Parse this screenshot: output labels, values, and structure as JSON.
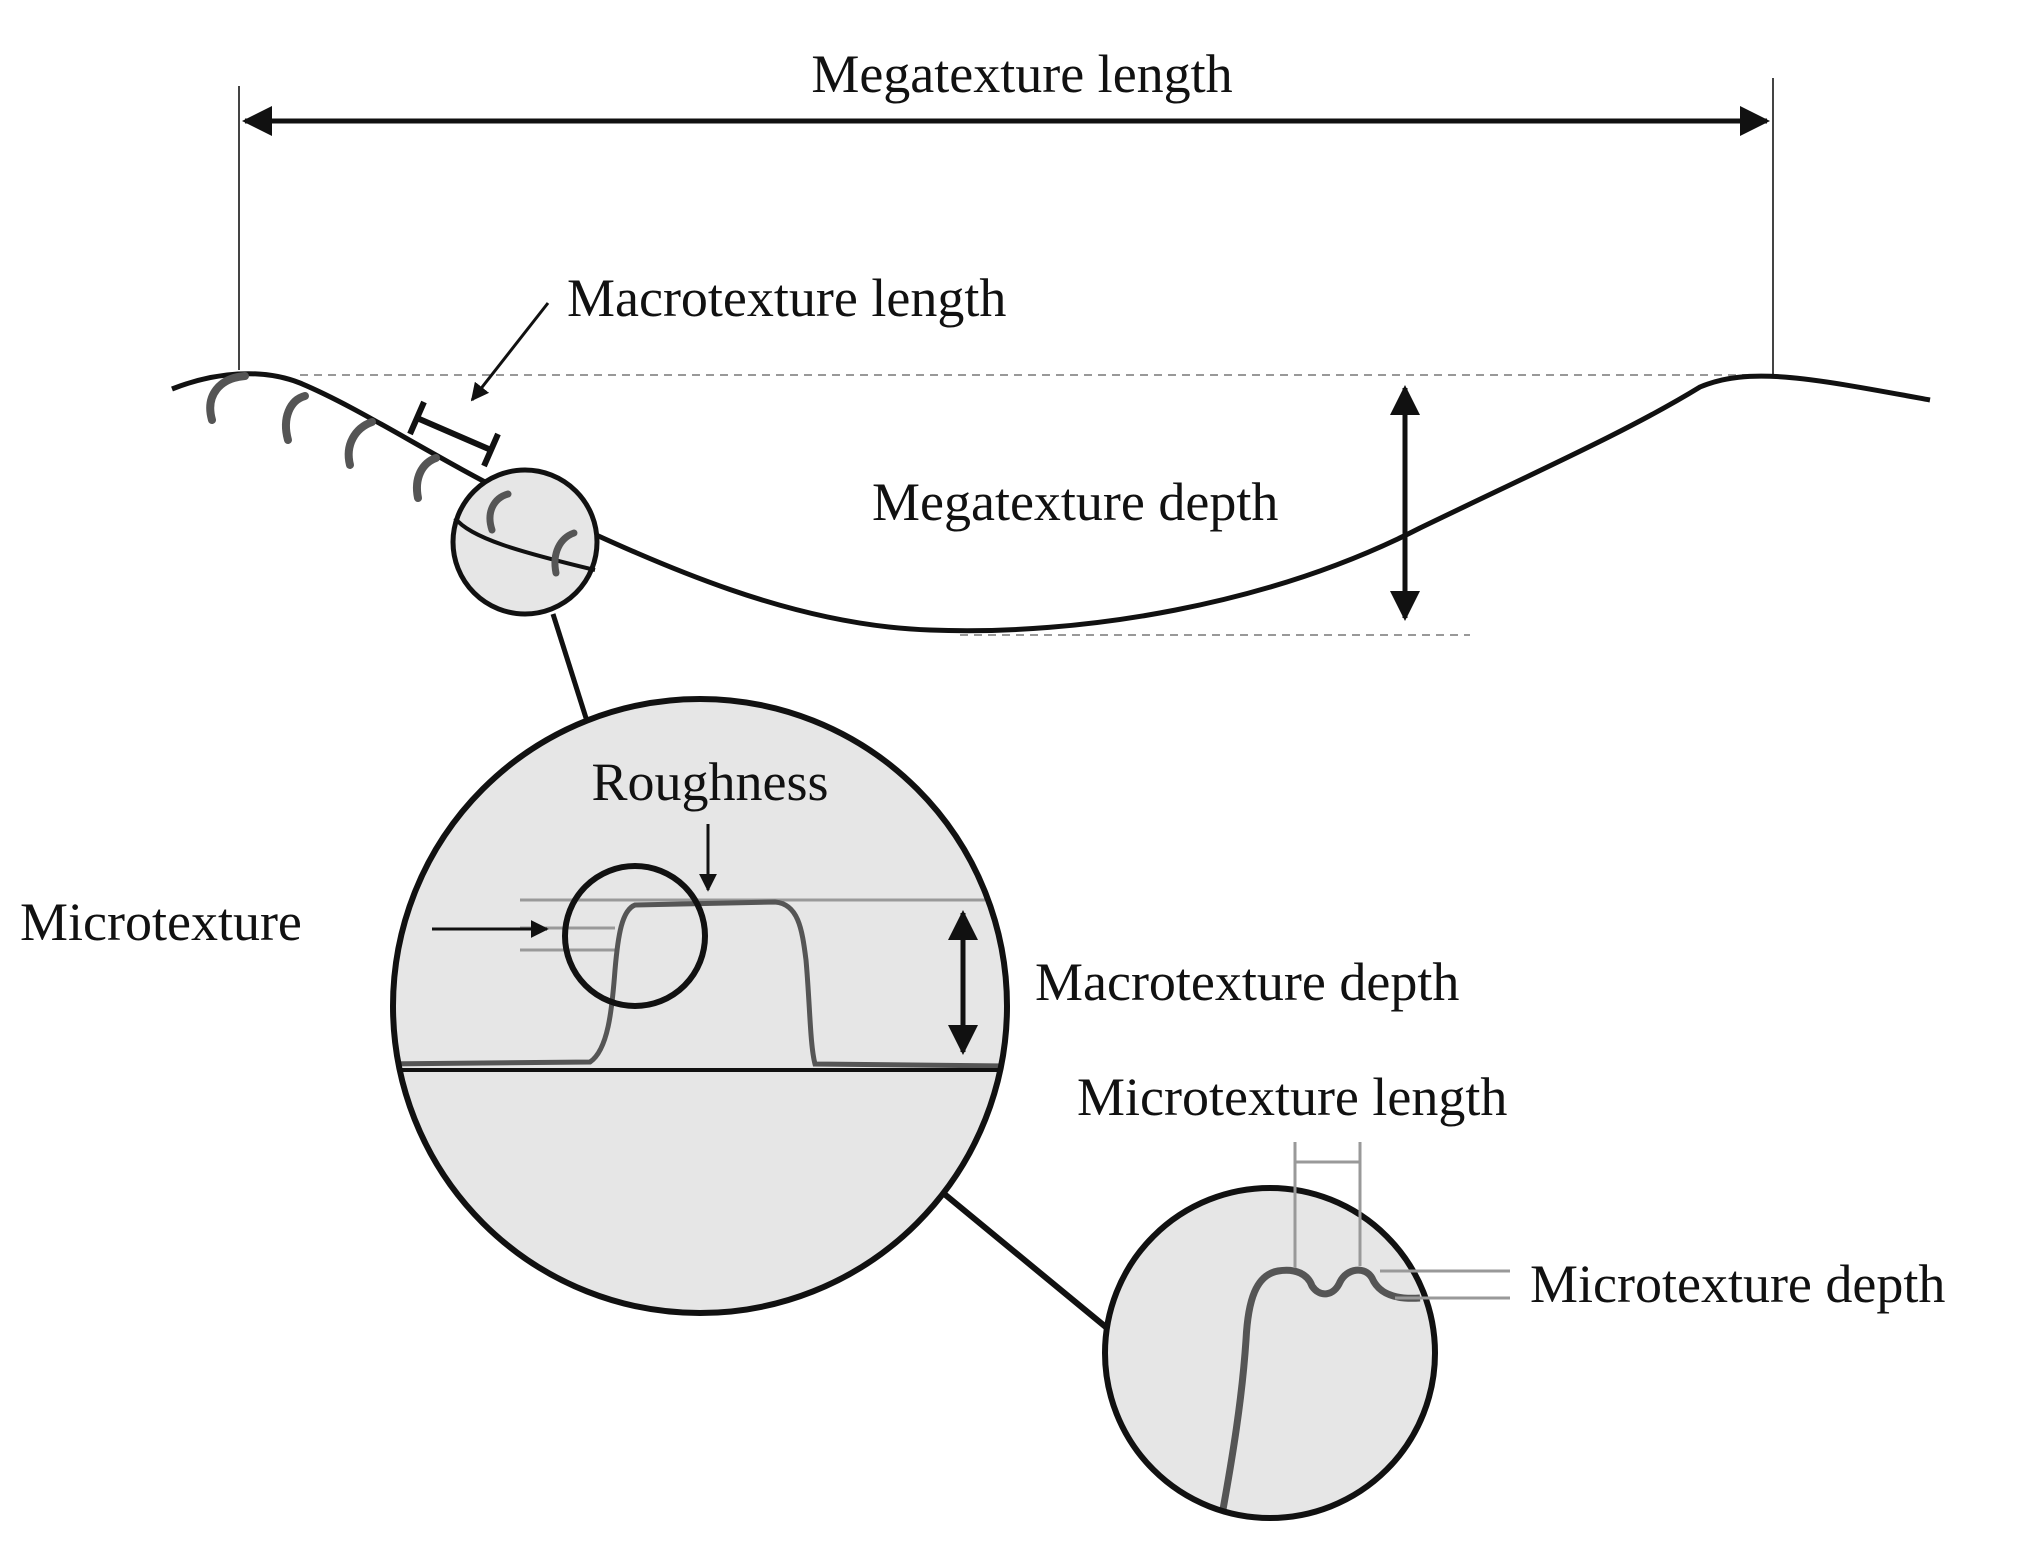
{
  "labels": {
    "megatexture_length": "Megatexture length",
    "macrotexture_length": "Macrotexture length",
    "megatexture_depth": "Megatexture depth",
    "roughness": "Roughness",
    "microtexture": "Microtexture",
    "macrotexture_depth": "Macrotexture depth",
    "microtexture_length": "Microtexture length",
    "microtexture_depth": "Microtexture depth"
  },
  "colors": {
    "line": "#111111",
    "profile_gray": "#555555",
    "guide_gray": "#999999",
    "circle_fill": "#e6e6e6"
  }
}
